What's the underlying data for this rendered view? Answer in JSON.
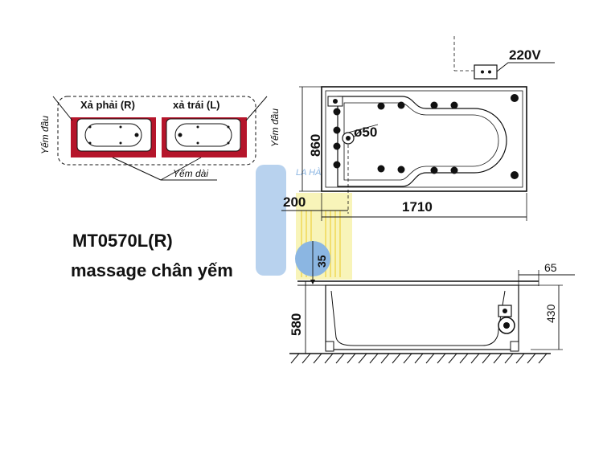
{
  "labels": {
    "model": "MT0570L(R)",
    "subtitle": "massage chân yếm",
    "drain_right": "Xả phải (R)",
    "drain_left": "xả trái (L)",
    "end_apron_left": "Yếm đầu",
    "end_apron_right": "Yếm đầu",
    "long_apron": "Yếm dài",
    "watermark": "LA HÀ"
  },
  "dimensions": {
    "voltage": "220V",
    "width": "860",
    "drain_diameter": "ø50",
    "drain_offset": "200",
    "length": "1710",
    "rim": "35",
    "edge": "65",
    "total_height": "580",
    "apron_height": "430"
  },
  "colors": {
    "line": "#111111",
    "apron_red": "#b5152b",
    "watermark_blue": "#5b9bd5",
    "watermark_yellow": "#f5e663"
  }
}
